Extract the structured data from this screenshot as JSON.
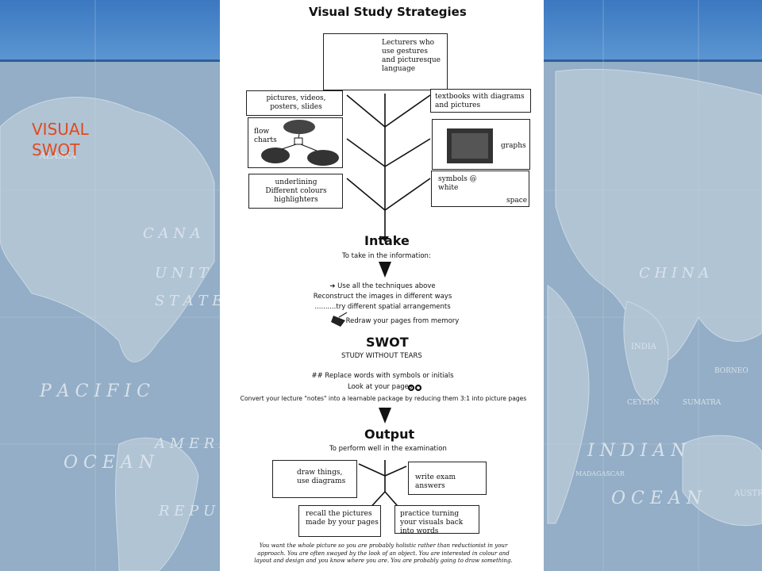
{
  "slide": {
    "title": "VISUAL\nSWOT",
    "colors": {
      "title": "#e04a1f",
      "band": "#3f7fc4",
      "map": "#a9bccd"
    },
    "map_labels": [
      "ALASKA",
      "C A N A",
      "U N I T",
      "S T A T E",
      "P A C I F I C",
      "O C E A N",
      "A M E R I",
      "R E P U",
      "C H I N A",
      "I N D I A N",
      "O C E A N",
      "INDIA",
      "CEYLON",
      "MADAGASCAR",
      "AUSTR",
      "SUMATRA",
      "BORNEO"
    ]
  },
  "doc": {
    "title": "Visual Study Strategies",
    "top_box": "Lecturers who use gestures and picturesque language",
    "left_boxes": [
      "pictures, videos, posters, slides",
      "flow charts",
      "underlining\nDifferent colours\nhighlighters"
    ],
    "right_boxes": [
      "textbooks with diagrams and pictures",
      "graphs",
      "symbols @ white",
      "space"
    ],
    "intake": {
      "heading": "Intake",
      "sub": "To take in the information:",
      "lines": [
        "➔ Use all the techniques above",
        "Reconstruct the images in different ways",
        "..........try different spatial arrangements",
        "Redraw your pages from memory"
      ]
    },
    "swot": {
      "heading": "SWOT",
      "sub": "STUDY WITHOUT TEARS",
      "lines": [
        "## Replace words with symbols or initials",
        "Look at your pages",
        "Convert your lecture \"notes\" into a learnable package by reducing them 3:1 into picture pages"
      ]
    },
    "output": {
      "heading": "Output",
      "sub": "To perform well in the examination",
      "boxes": [
        "draw things, use diagrams",
        "write exam answers",
        "recall the pictures made by your pages",
        "practice turning your visuals back into words"
      ]
    },
    "footnote": "You want the whole picture so you are probably holistic rather than reductionist in your approach. You are often swayed by the look of an object. You are interested in colour and layout and design and you know where you are. You are probably going to draw something."
  }
}
